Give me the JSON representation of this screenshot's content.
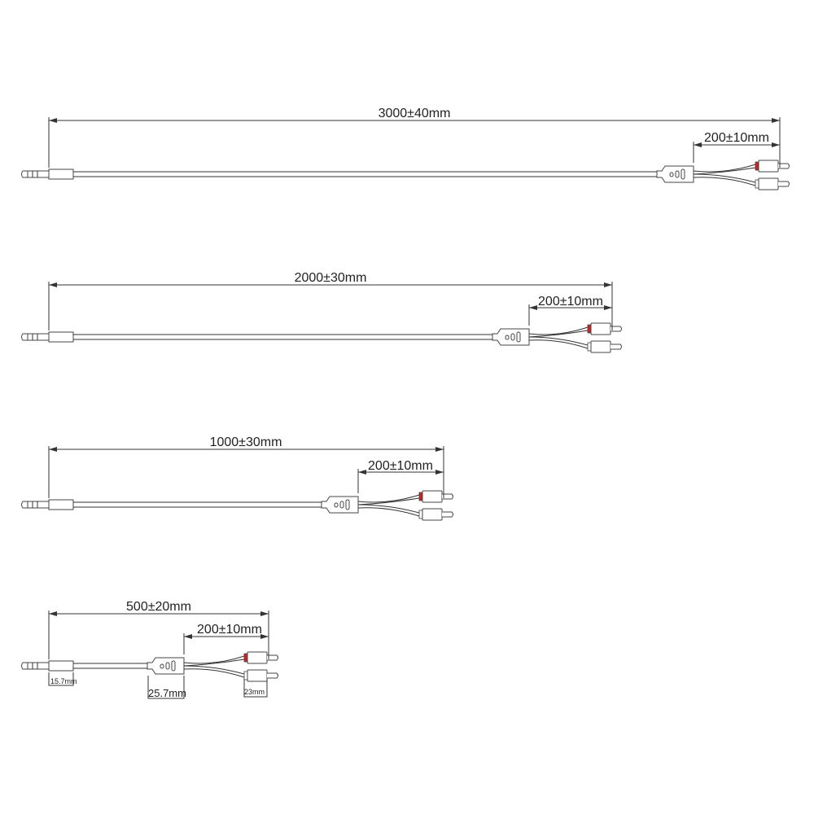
{
  "cables": [
    {
      "total_length": "3000±40mm",
      "split_length": "200±10mm"
    },
    {
      "total_length": "2000±30mm",
      "split_length": "200±10mm"
    },
    {
      "total_length": "1000±30mm",
      "split_length": "200±10mm"
    },
    {
      "total_length": "500±20mm",
      "split_length": "200±10mm",
      "jack_length": "15.7mm",
      "splitter_length": "25.7mm",
      "rca_length": "23mm"
    }
  ],
  "colors": {
    "line": "#333333",
    "red_band": "#cc2222"
  }
}
